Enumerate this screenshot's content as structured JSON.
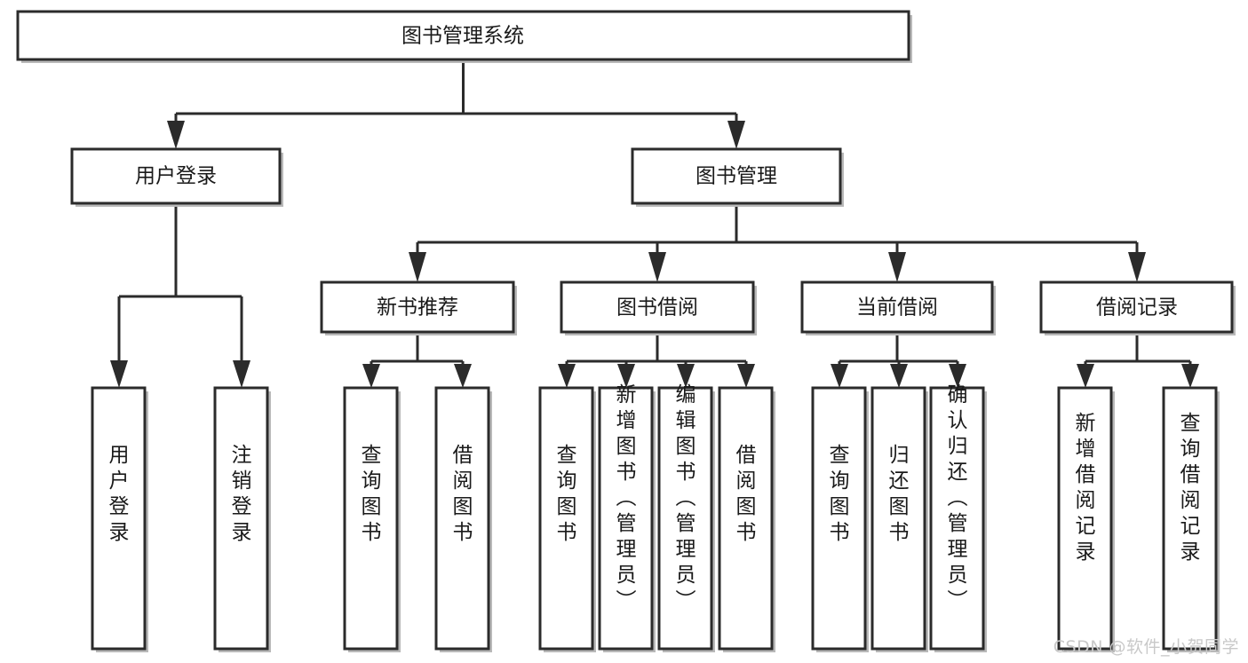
{
  "diagram": {
    "type": "tree-hierarchy-functional-structure",
    "root": {
      "id": "root",
      "label": "图书管理系统"
    },
    "level1": [
      {
        "id": "user-login",
        "label": "用户登录"
      },
      {
        "id": "book-management",
        "label": "图书管理"
      }
    ],
    "level2": [
      {
        "id": "new-book-recommend",
        "label": "新书推荐",
        "parent": "book-management"
      },
      {
        "id": "book-borrow",
        "label": "图书借阅",
        "parent": "book-management"
      },
      {
        "id": "current-borrow",
        "label": "当前借阅",
        "parent": "book-management"
      },
      {
        "id": "borrow-record",
        "label": "借阅记录",
        "parent": "book-management"
      }
    ],
    "leaves": {
      "user-login": [
        {
          "id": "leaf-user-login",
          "label": "用户登录"
        },
        {
          "id": "leaf-user-logout",
          "label": "注销登录"
        }
      ],
      "new-book-recommend": [
        {
          "id": "leaf-query-book-1",
          "label": "查询图书"
        },
        {
          "id": "leaf-borrow-book-1",
          "label": "借阅图书"
        }
      ],
      "book-borrow": [
        {
          "id": "leaf-query-book-2",
          "label": "查询图书"
        },
        {
          "id": "leaf-add-book",
          "label": "新增图书（管理员）"
        },
        {
          "id": "leaf-edit-book",
          "label": "编辑图书（管理员）"
        },
        {
          "id": "leaf-borrow-book-2",
          "label": "借阅图书"
        }
      ],
      "current-borrow": [
        {
          "id": "leaf-query-book-3",
          "label": "查询图书"
        },
        {
          "id": "leaf-return-book",
          "label": "归还图书"
        },
        {
          "id": "leaf-confirm-return",
          "label": "确认归还（管理员）"
        }
      ],
      "borrow-record": [
        {
          "id": "leaf-add-record",
          "label": "新增借阅记录"
        },
        {
          "id": "leaf-query-record",
          "label": "查询借阅记录"
        }
      ]
    }
  },
  "watermark": {
    "text": "CSDN @软件_小贺同学"
  },
  "colors": {
    "stroke": "#2b2b2b",
    "fill": "#ffffff",
    "text": "#1a1a1a",
    "shadow": "#b9b9b9",
    "watermark": "#c9c9c9"
  }
}
